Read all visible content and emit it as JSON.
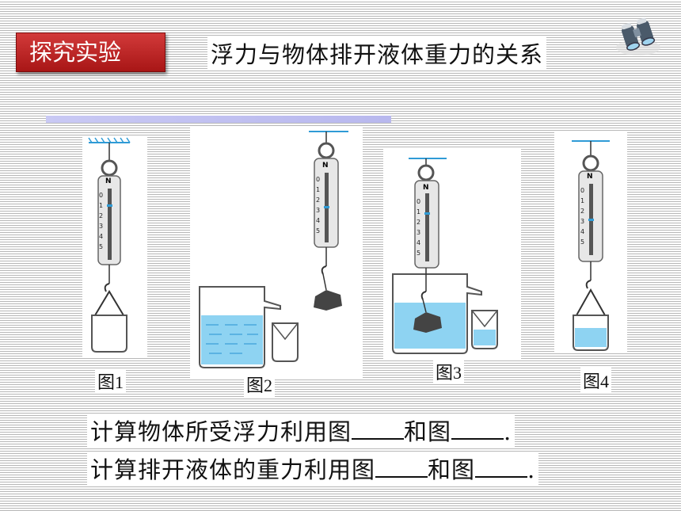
{
  "badge": "探究实验",
  "title": "浮力与物体排开液体重力的关系",
  "figures": [
    {
      "label": "图1"
    },
    {
      "label": "图2"
    },
    {
      "label": "图3"
    },
    {
      "label": "图4"
    }
  ],
  "scale": {
    "unit": "N",
    "numbers": [
      "0",
      "1",
      "2",
      "3",
      "4",
      "5"
    ]
  },
  "questions": [
    {
      "part1": "计算物体所受浮力利用图",
      "part2": "和图",
      "end": "."
    },
    {
      "part1": "计算排开液体的重力利用图",
      "part2": "和图",
      "end": "."
    }
  ],
  "colors": {
    "badge": "#c0272d",
    "water": "#7ecdf0",
    "rock": "#555555",
    "bar": "#c4c4f2"
  }
}
